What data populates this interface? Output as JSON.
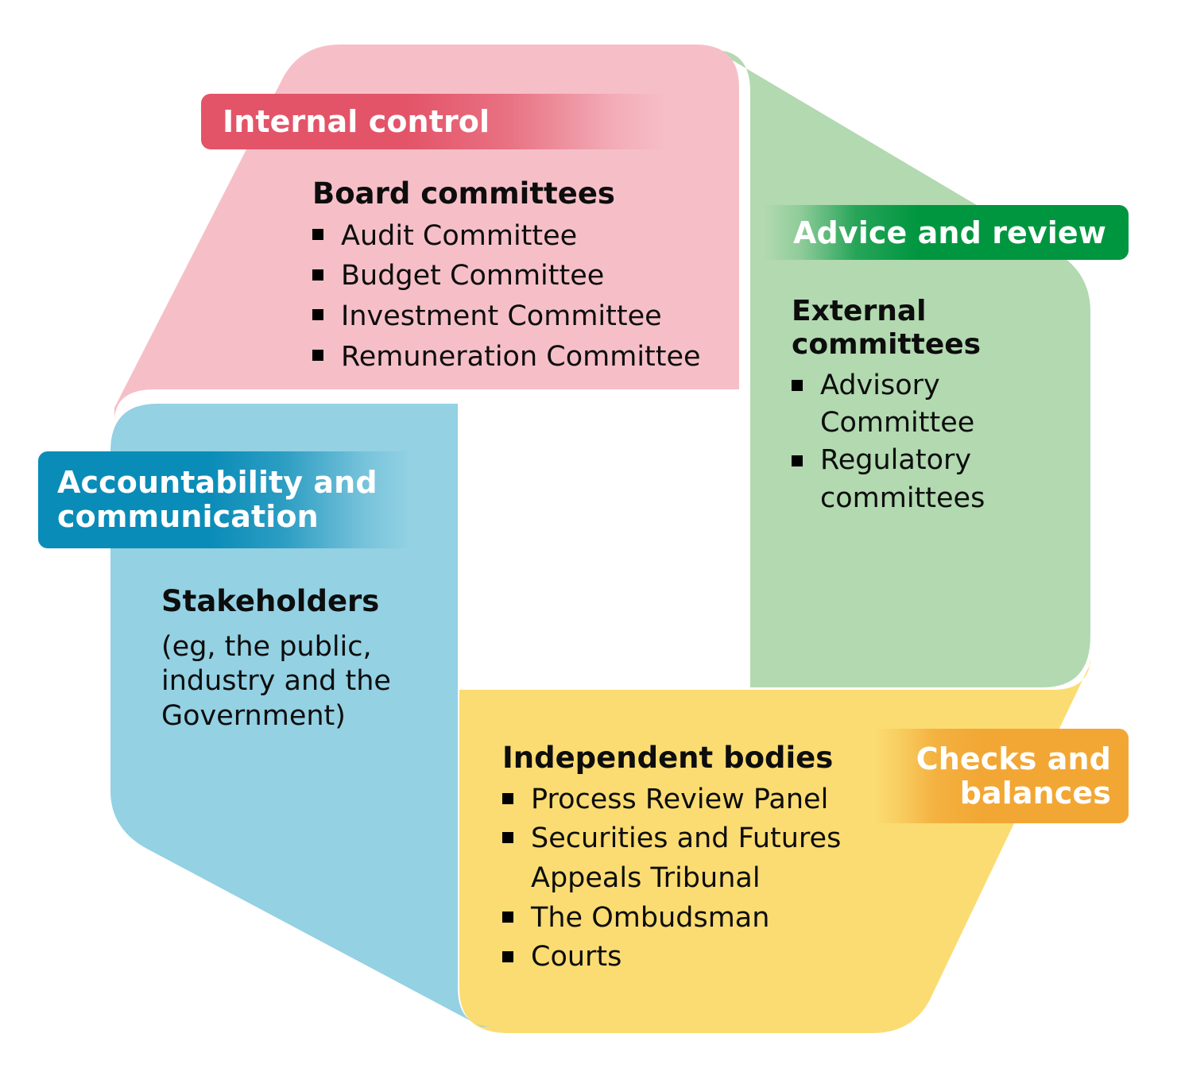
{
  "diagram": {
    "title": "Corporate governance framework pinwheel",
    "palette": {
      "pink_fill": "#f6bfc8",
      "red_label": "#e35468",
      "green_fill": "#b2d9b0",
      "green_label": "#009640",
      "blue_fill": "#93d1e3",
      "blue_label": "#0a8cb8",
      "yellow_fill": "#fbdc72",
      "orange_label": "#f2a734",
      "text": "#0d0d0d",
      "label_text": "#ffffff"
    },
    "quadrants": [
      {
        "id": "internal-control",
        "ribbon": "Internal control",
        "heading": "Board committees",
        "items": [
          "Audit Committee",
          "Budget Committee",
          "Investment Committee",
          "Remuneration Committee"
        ]
      },
      {
        "id": "advice-and-review",
        "ribbon": "Advice and review",
        "heading": "External committees",
        "items": [
          "Advisory Committee",
          "Regulatory committees"
        ]
      },
      {
        "id": "accountability-and-communication",
        "ribbon_line1": "Accountability and",
        "ribbon_line2": "communication",
        "heading": "Stakeholders",
        "note": "(eg, the public, industry and the Government)"
      },
      {
        "id": "checks-and-balances",
        "ribbon_line1": "Checks and",
        "ribbon_line2": "balances",
        "heading": "Independent bodies",
        "items": [
          "Process Review Panel",
          "Securities and Futures Appeals Tribunal",
          "The Ombudsman",
          "Courts"
        ]
      }
    ]
  }
}
